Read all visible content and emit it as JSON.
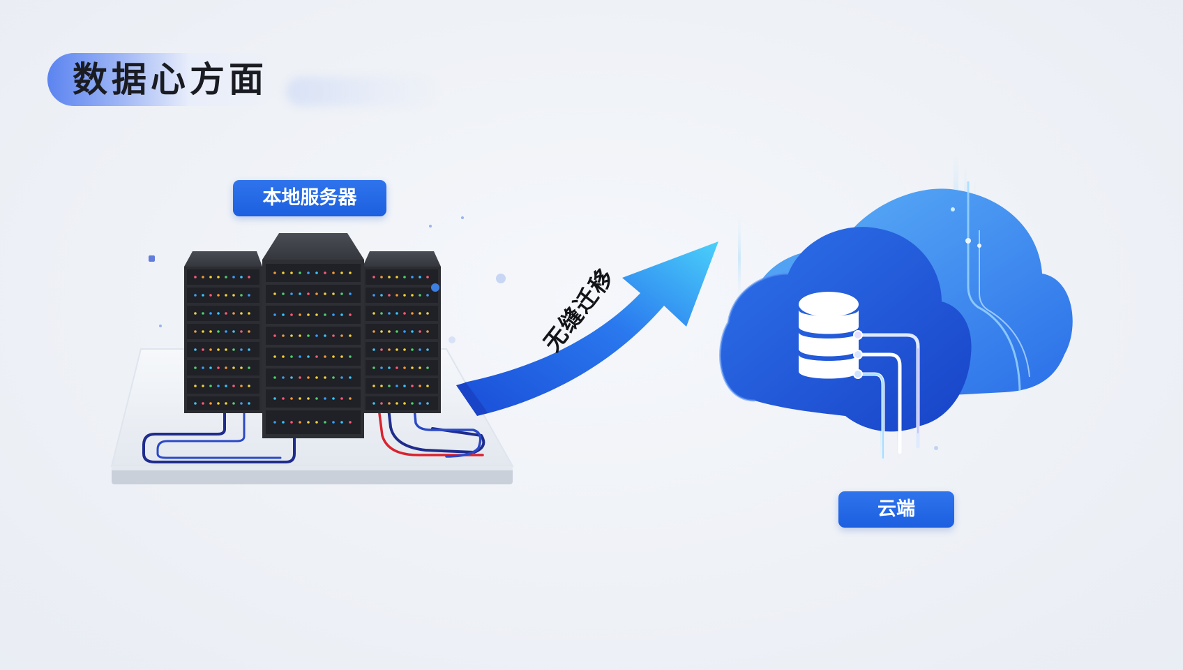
{
  "title": "数据心方面",
  "diagram": {
    "local_server_label": "本地服务器",
    "migration_label": "无缝迁移",
    "cloud_label": "云端"
  },
  "colors": {
    "primary_blue": "#1c5fe0",
    "cloud_blue": "#2a6ef0",
    "arrow_light": "#3fb7f6",
    "server_dark": "#2a2c31"
  },
  "icons": [
    "server-rack-icon",
    "cloud-icon",
    "database-icon",
    "arrow-icon"
  ]
}
